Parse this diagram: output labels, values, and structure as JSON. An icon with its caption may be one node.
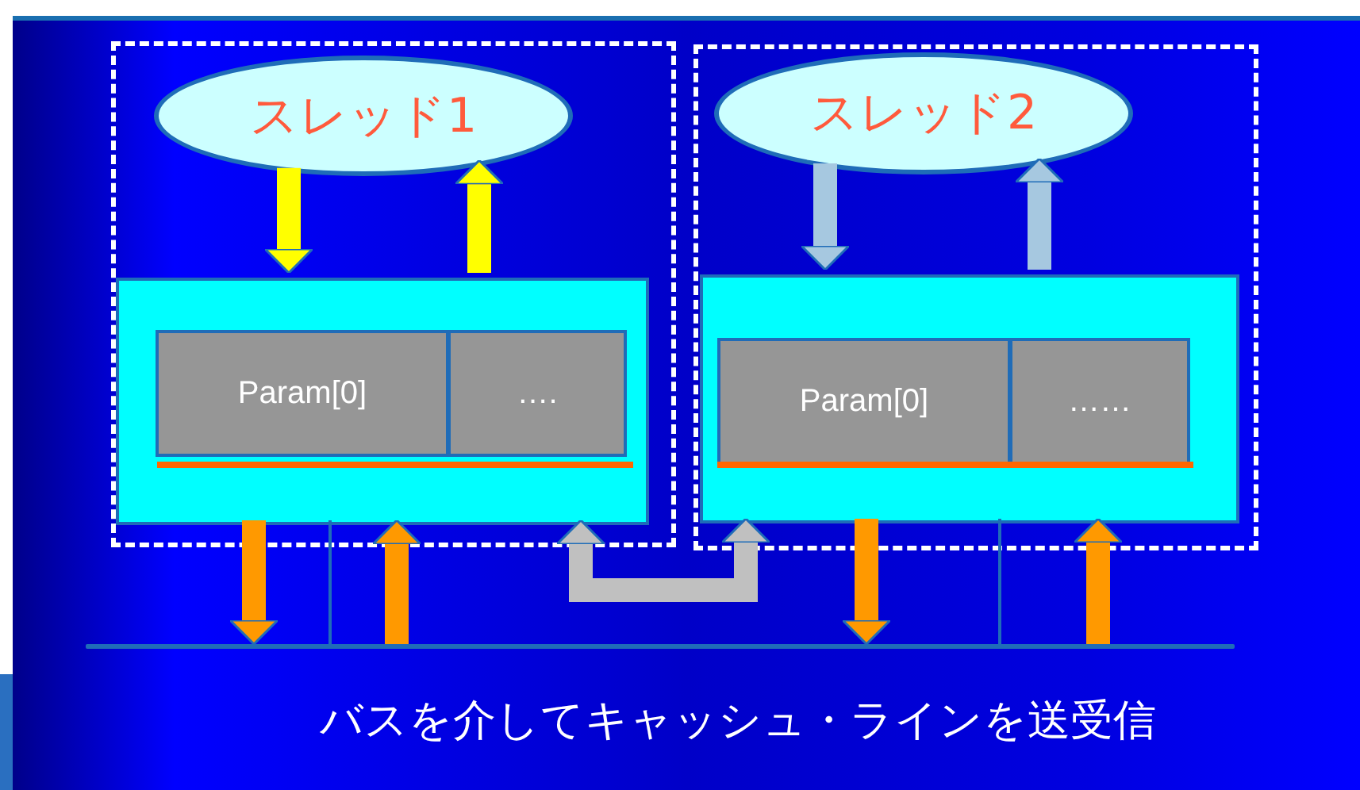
{
  "diagram": {
    "nodes": [
      {
        "text": [],
        "shape": "box"
      },
      {
        "text": [
          "スレッド1"
        ],
        "in": 0
      },
      {
        "text": [],
        "shape": "box",
        "in": 0
      },
      {
        "text": [
          "Param[0]"
        ],
        "in": 2
      },
      {
        "text": [
          "…."
        ],
        "in": 2
      },
      {
        "text": [],
        "shape": "box"
      },
      {
        "text": [
          "スレッド2"
        ],
        "in": 5
      },
      {
        "text": [],
        "shape": "box",
        "in": 5
      },
      {
        "text": [
          "Param[0]"
        ],
        "in": 7
      },
      {
        "text": [
          "……"
        ],
        "in": 7
      },
      {
        "text": [],
        "shape": "bar"
      }
    ],
    "edges": [
      {
        "from": 1,
        "to": 2,
        "arrow": "to",
        "color": "#ffff00"
      },
      {
        "from": 2,
        "to": 1,
        "arrow": "to",
        "color": "#ffff00"
      },
      {
        "from": 6,
        "to": 7,
        "arrow": "to",
        "color": "#a6c8e0"
      },
      {
        "from": 7,
        "to": 6,
        "arrow": "to",
        "color": "#a6c8e0"
      },
      {
        "from": 2,
        "to": 10,
        "arrow": "to"
      },
      {
        "from": 10,
        "to": 2,
        "arrow": "to"
      },
      {
        "from": 2,
        "to": 7,
        "arrow": "both",
        "color": "#c0c0c0"
      },
      {
        "from": 7,
        "to": 10,
        "arrow": "to"
      },
      {
        "from": 10,
        "to": 7,
        "arrow": "to"
      },
      {
        "from": 2,
        "to": 10,
        "arrow": "none",
        "color": "#1f6cb8"
      },
      {
        "from": 7,
        "to": 10,
        "arrow": "none",
        "color": "#1f6cb8"
      }
    ],
    "labels": [
      "バスを介してキャッシュ・ラインを送受信"
    ]
  }
}
